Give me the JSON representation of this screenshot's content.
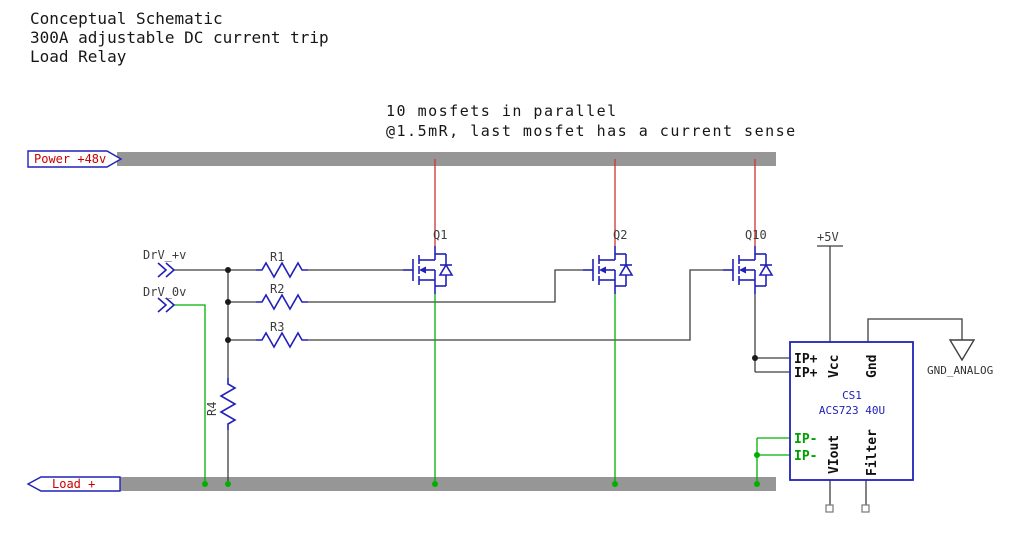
{
  "title": {
    "lines": [
      "Conceptual Schematic",
      "300A adjustable DC current trip",
      "Load Relay"
    ]
  },
  "annotation": {
    "lines": [
      "10 mosfets in parallel",
      "@1.5mR, last mosfet has a current sense"
    ]
  },
  "nets": {
    "power_rail": "Power +48v",
    "load_rail": "Load +",
    "drv_plus": "DrV_+v",
    "drv_zero": "DrV_0v",
    "vcc_5v": "+5V",
    "gnd_analog": "GND_ANALOG"
  },
  "components": {
    "q1": {
      "ref": "Q1"
    },
    "q2": {
      "ref": "Q2"
    },
    "q10": {
      "ref": "Q10"
    },
    "r1": {
      "ref": "R1"
    },
    "r2": {
      "ref": "R2"
    },
    "r3": {
      "ref": "R3"
    },
    "r4": {
      "ref": "R4"
    },
    "cs1": {
      "ref": "CS1",
      "value": "ACS723 40U",
      "pins": {
        "ip_plus_1": "IP+",
        "ip_plus_2": "IP+",
        "ip_minus_1": "IP-",
        "ip_minus_2": "IP-",
        "vcc": "Vcc",
        "gnd": "Gnd",
        "viout": "VIout",
        "filter": "Filter"
      }
    }
  },
  "colors": {
    "symbol_blue": "#2121b8",
    "wire_dark": "#3f3f3f",
    "wire_green": "#00b000",
    "wire_red": "#cc3333",
    "rail_text_red": "#cc0000",
    "bus_gray": "#969696"
  }
}
